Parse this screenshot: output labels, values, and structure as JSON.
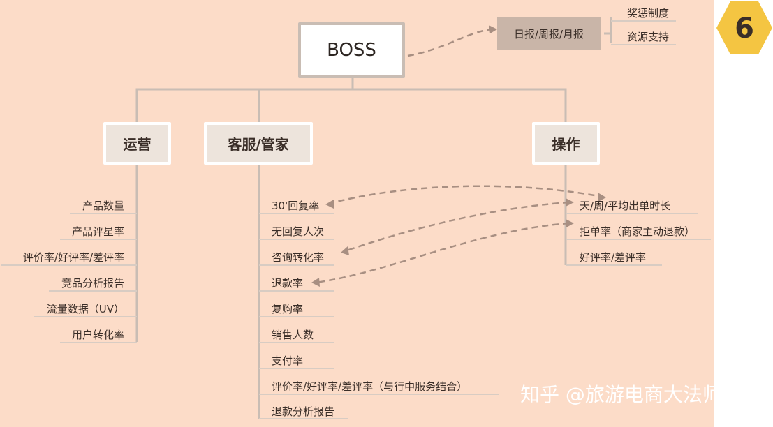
{
  "badge": "6",
  "root": "BOSS",
  "side_box": "日报/周报/月报",
  "side_leaves": [
    "奖惩制度",
    "资源支持"
  ],
  "branches": {
    "left": {
      "label": "运营",
      "items": [
        "产品数量",
        "产品评星率",
        "评价率/好评率/差评率",
        "竞品分析报告",
        "流量数据（UV）",
        "用户转化率"
      ]
    },
    "middle": {
      "label": "客服/管家",
      "items": [
        "30'回复率",
        "无回复人次",
        "咨询转化率",
        "退款率",
        "复购率",
        "销售人数",
        "支付率",
        "评价率/好评率/差评率（与行中服务结合）",
        "退款分析报告"
      ]
    },
    "right": {
      "label": "操作",
      "items": [
        "天/周/平均出单时长",
        "拒单率（商家主动退款）",
        "好评率/差评率"
      ]
    }
  },
  "watermark": "知乎 @旅游电商大法师",
  "colors": {
    "background": "#fcdcc8",
    "lines": "#c9bdb4",
    "dash": "#a88f82",
    "hex": "#f4c542"
  }
}
